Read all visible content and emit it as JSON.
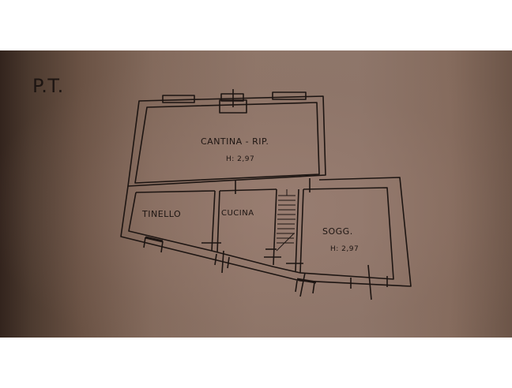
{
  "plan": {
    "floor_label": "P.T.",
    "colors": {
      "ink": "#1d1512",
      "paper": "#8f7669",
      "shadow": "#33241d",
      "background": "#ffffff"
    },
    "rooms": [
      {
        "name": "CANTINA - RIP.",
        "height_label": "H: 2,97"
      },
      {
        "name": "TINELLO"
      },
      {
        "name": "CUCINA"
      },
      {
        "name": "SOGG.",
        "height_label": "H: 2,97"
      }
    ],
    "stair": {
      "label": "stair"
    }
  }
}
